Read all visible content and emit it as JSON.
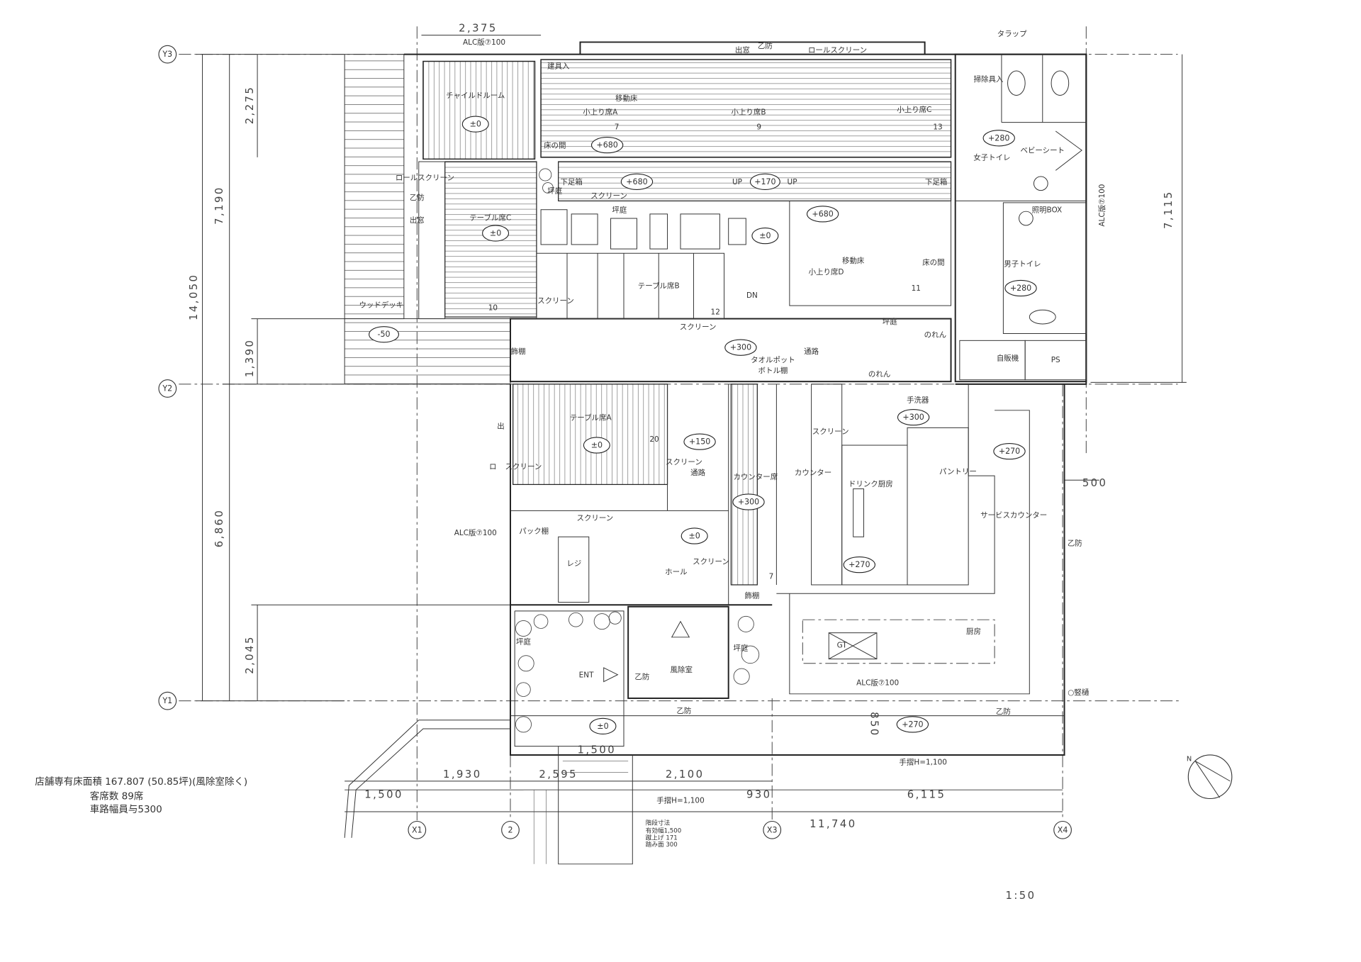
{
  "drawing": {
    "scale": "1:50",
    "summary": {
      "floor_area": "店舗専有床面積  167.807  (50.85坪)(風除室除く)",
      "seats": "客席数  89席",
      "road_width": "車路幅員与5300"
    },
    "grid": {
      "rows": [
        "Y3",
        "Y2",
        "Y1"
      ],
      "cols": [
        "X1",
        "2",
        "X3",
        "X4"
      ]
    },
    "dimensions": {
      "total_vertical": "14,050",
      "upper_vertical": "7,190",
      "lower_vertical": "6,860",
      "d_2275": "2,275",
      "d_1390": "1,390",
      "d_2045": "2,045",
      "right_vertical": "7,115",
      "top_width": "2,375",
      "right_offset": "500",
      "b_1930": "1,930",
      "b_2595": "2,595",
      "b_2100": "2,100",
      "b_1500_left": "1,500",
      "b_930": "930",
      "b_6115": "6,115",
      "b_11740": "11,740",
      "b_1500_step": "1,500",
      "d_850": "850"
    },
    "rooms": {
      "wood_deck": "ウッドデッキ",
      "child_room": "チャイルドルーム",
      "koagari_a": "小上り席A",
      "koagari_b": "小上り席B",
      "koagari_c": "小上り席C",
      "koagari_d": "小上り席D",
      "table_a": "テーブル席A",
      "table_b": "テーブル席B",
      "table_c": "テーブル席C",
      "womens_toilet": "女子トイレ",
      "mens_toilet": "男子トイレ",
      "counter_seats": "カウンター席",
      "counter": "カウンター",
      "drink_kitchen": "ドリンク厨房",
      "pantry": "パントリー",
      "service_counter": "サービスカウンター",
      "hall": "ホール",
      "kitchen": "厨房",
      "windbreak": "風除室",
      "entrance": "ENT"
    },
    "labels": {
      "alc": "ALC版⑦100",
      "bay_window": "出窓",
      "fire_door": "乙防",
      "roll_screen": "ロールスクリーン",
      "fittings": "建具入",
      "movable_floor": "移動床",
      "alcove": "床の間",
      "shoe_box": "下足箱",
      "up": "UP",
      "dn": "DN",
      "screen": "スクリーン",
      "courtyard": "坪庭",
      "passage": "通路",
      "towel_pot": "タオルポット",
      "bottle_shelf": "ボトル棚",
      "noren": "のれん",
      "display_shelf": "飾棚",
      "hand_wash": "手洗器",
      "pack_shelf": "パック棚",
      "register": "レジ",
      "gt": "GT",
      "downspout": "○竪樋",
      "trap": "タラップ",
      "cleaning": "掃除具入",
      "baby_seat": "ベビーシート",
      "light_box": "照明BOX",
      "vending": "自販機",
      "ps": "PS",
      "handrail": "手摺H=1,100",
      "out": "出",
      "ro": "ロ",
      "stair_title": "階段寸法",
      "stair_width": "有効幅1,500",
      "stair_riser": "蹴上げ  171",
      "stair_tread": "踏み面  300",
      "north": "N"
    },
    "levels": {
      "deck": "-50",
      "child": "±0",
      "koagari_top": "+680",
      "row2": "+680",
      "step": "+170",
      "table_c": "±0",
      "garden": "±0",
      "koagari_d": "+680",
      "corridor": "+300",
      "w_toilet": "+280",
      "m_toilet": "+280",
      "table_a": "±0",
      "aisle": "+150",
      "counter_seats": "+300",
      "kitchen_wash": "+300",
      "pantry": "+270",
      "drink": "+270",
      "hall": "±0",
      "front": "±0",
      "service": "+270"
    },
    "seat_counts": {
      "a": "7",
      "b": "9",
      "c": "13",
      "d": "11",
      "table_b": "12",
      "table_c": "10",
      "table_a": "20",
      "counter": "7"
    }
  }
}
